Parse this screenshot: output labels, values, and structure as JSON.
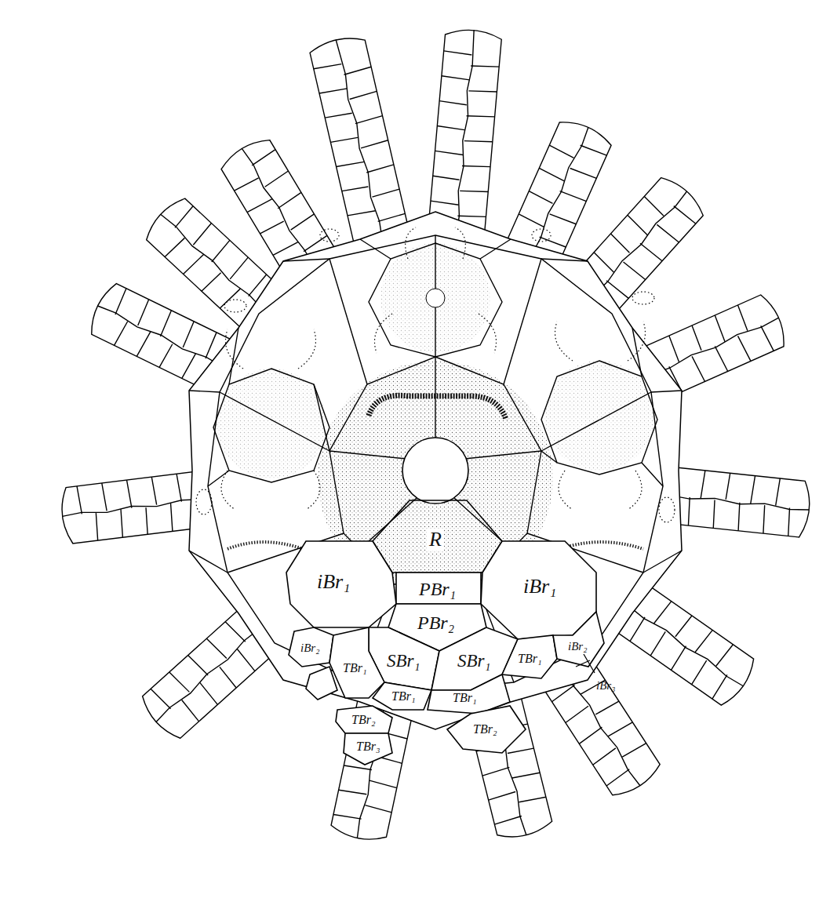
{
  "diagram": {
    "labels": [
      "R",
      "iBr₁",
      "PBr₁",
      "iBr₁",
      "PBr₂",
      "iBr₂",
      "SBr₁",
      "SBr₁",
      "TBr₁",
      "TBr₁",
      "iBr₂",
      "TBr₁",
      "TBr₁",
      "iBr₃",
      "TBr₂",
      "TBr₂",
      "TBr₃"
    ]
  }
}
